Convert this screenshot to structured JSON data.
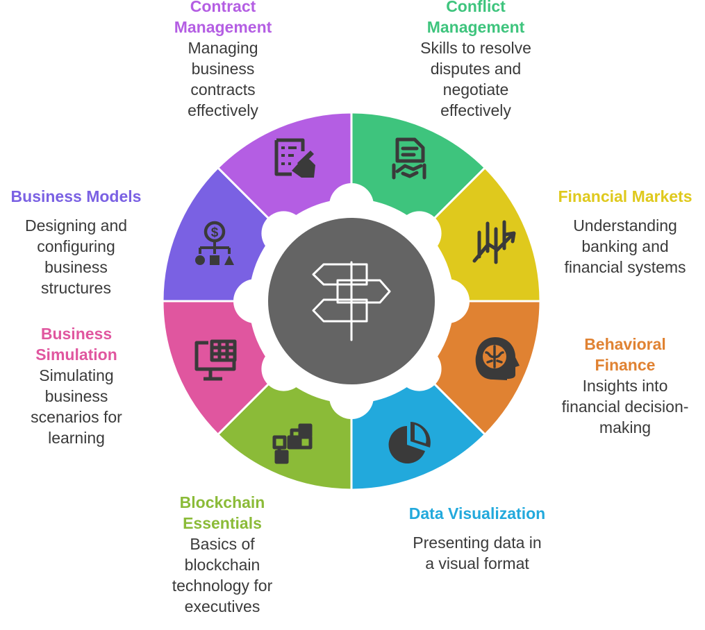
{
  "colors": {
    "center": "#646464",
    "icon": "#3a3a3a",
    "center_icon": "#ffffff"
  },
  "center": {
    "icon": "signpost-icon"
  },
  "segments": [
    {
      "id": "conflict-management",
      "title_lines": [
        "Conflict",
        "Management"
      ],
      "desc_lines": [
        "Skills to resolve",
        "disputes and",
        "negotiate",
        "effectively"
      ],
      "color": "#3ec47d",
      "icon": "handshake-contract-icon"
    },
    {
      "id": "financial-markets",
      "title_lines": [
        "Financial Markets"
      ],
      "desc_lines": [
        "Understanding",
        "banking and",
        "financial systems"
      ],
      "color": "#dfc91d",
      "icon": "market-chart-icon"
    },
    {
      "id": "behavioral-finance",
      "title_lines": [
        "Behavioral",
        "Finance"
      ],
      "desc_lines": [
        "Insights into",
        "financial decision-",
        "making"
      ],
      "color": "#e08232",
      "icon": "brain-head-icon"
    },
    {
      "id": "data-visualization",
      "title_lines": [
        "Data Visualization"
      ],
      "desc_lines": [
        "Presenting data in",
        "a visual format"
      ],
      "color": "#22a9dc",
      "icon": "pie-chart-icon"
    },
    {
      "id": "blockchain-essentials",
      "title_lines": [
        "Blockchain",
        "Essentials"
      ],
      "desc_lines": [
        "Basics of",
        "blockchain",
        "technology for",
        "executives"
      ],
      "color": "#8bbb38",
      "icon": "blockchain-icon"
    },
    {
      "id": "business-simulation",
      "title_lines": [
        "Business",
        "Simulation"
      ],
      "desc_lines": [
        "Simulating",
        "business",
        "scenarios for",
        "learning"
      ],
      "color": "#e0569f",
      "icon": "monitor-grid-icon"
    },
    {
      "id": "business-models",
      "title_lines": [
        "Business Models"
      ],
      "desc_lines": [
        "Designing and",
        "configuring",
        "business",
        "structures"
      ],
      "color": "#7a61e3",
      "icon": "org-structure-icon"
    },
    {
      "id": "contract-management",
      "title_lines": [
        "Contract",
        "Management"
      ],
      "desc_lines": [
        "Managing",
        "business",
        "contracts",
        "effectively"
      ],
      "color": "#b45ee3",
      "icon": "contract-sign-icon"
    }
  ]
}
